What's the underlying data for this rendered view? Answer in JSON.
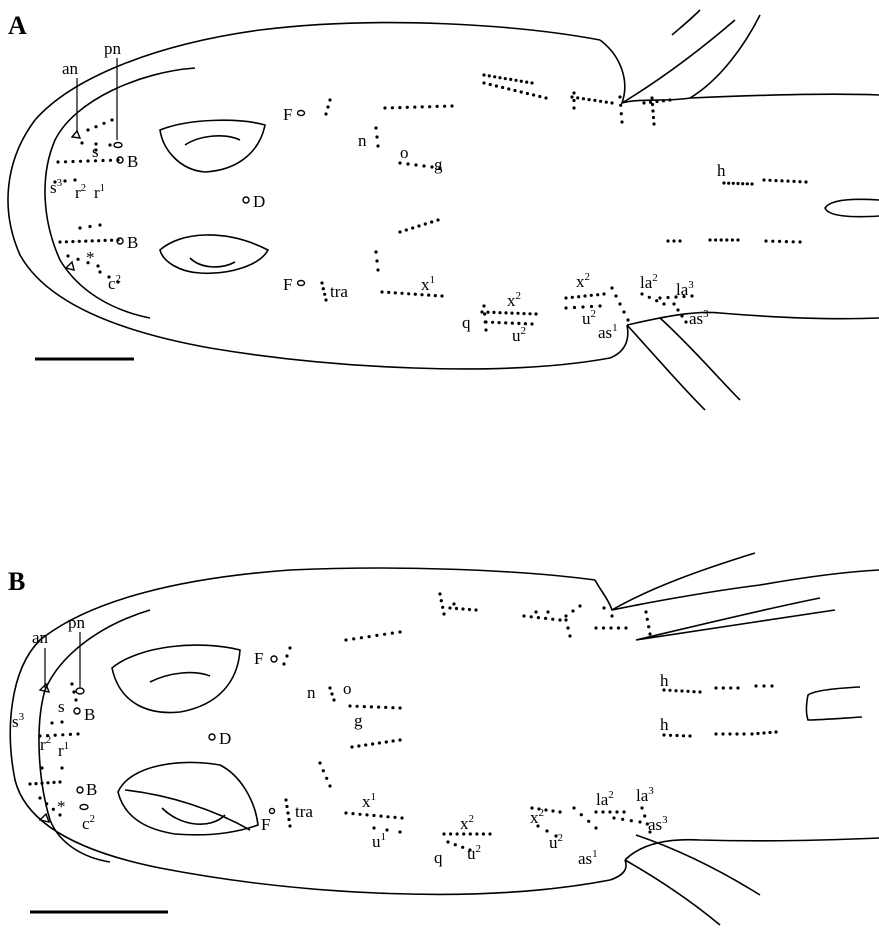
{
  "panels": [
    {
      "letter": "A",
      "labels": {
        "an": "an",
        "pn": "pn",
        "s": "s",
        "s3": "s",
        "s3_sup": "3",
        "r2": "r",
        "r2_sup": "2",
        "r1": "r",
        "r1_sup": "1",
        "B_top": "B",
        "B_bottom": "B",
        "D": "D",
        "star": "*",
        "c2": "c",
        "c2_sup": "2",
        "F_top": "F",
        "F_bottom": "F",
        "tra": "tra",
        "n": "n",
        "o": "o",
        "g": "g",
        "x1": "x",
        "x1_sup": "1",
        "x2a": "x",
        "x2a_sup": "2",
        "q": "q",
        "u2a": "u",
        "u2a_sup": "2",
        "x2b": "x",
        "x2b_sup": "2",
        "u2b": "u",
        "u2b_sup": "2",
        "as1": "as",
        "as1_sup": "1",
        "la2": "la",
        "la2_sup": "2",
        "la3": "la",
        "la3_sup": "3",
        "as3": "as",
        "as3_sup": "3",
        "h": "h"
      }
    },
    {
      "letter": "B",
      "labels": {
        "an": "an",
        "pn": "pn",
        "s": "s",
        "s3": "s",
        "s3_sup": "3",
        "r2": "r",
        "r2_sup": "2",
        "r1": "r",
        "r1_sup": "1",
        "B_top": "B",
        "B_bottom": "B",
        "D": "D",
        "star": "*",
        "c2": "c",
        "c2_sup": "2",
        "F_top": "F",
        "F_bottom": "F",
        "tra": "tra",
        "n": "n",
        "o": "o",
        "g": "g",
        "x1": "x",
        "x1_sup": "1",
        "u1": "u",
        "u1_sup": "1",
        "x2a": "x",
        "x2a_sup": "2",
        "q": "q",
        "u2a": "u",
        "u2a_sup": "2",
        "x2b": "x",
        "x2b_sup": "2",
        "u2b": "u",
        "u2b_sup": "2",
        "as1": "as",
        "as1_sup": "1",
        "la2": "la",
        "la2_sup": "2",
        "la3": "la",
        "la3_sup": "3",
        "as3": "as",
        "as3_sup": "3",
        "h_top": "h",
        "h_bottom": "h"
      }
    }
  ]
}
